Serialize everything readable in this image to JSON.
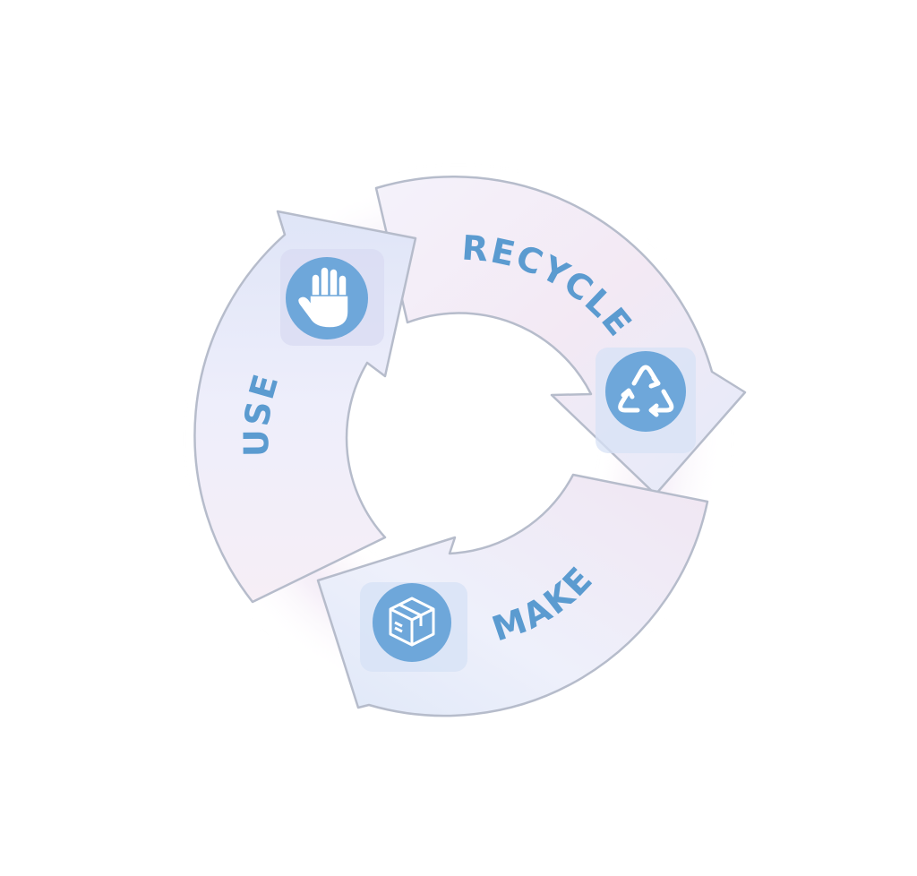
{
  "diagram": {
    "stages": [
      {
        "id": "recycle",
        "label": "RECYCLE",
        "icon": "recycle-icon"
      },
      {
        "id": "make",
        "label": "MAKE",
        "icon": "box-icon"
      },
      {
        "id": "use",
        "label": "USE",
        "icon": "hand-icon"
      }
    ]
  },
  "colors": {
    "accent": "#5b9bd0",
    "icon_circle": "#6ea7da",
    "arrow_fill": "#eef1fb",
    "arrow_stroke": "#b6bccb",
    "background": "#ffffff"
  }
}
